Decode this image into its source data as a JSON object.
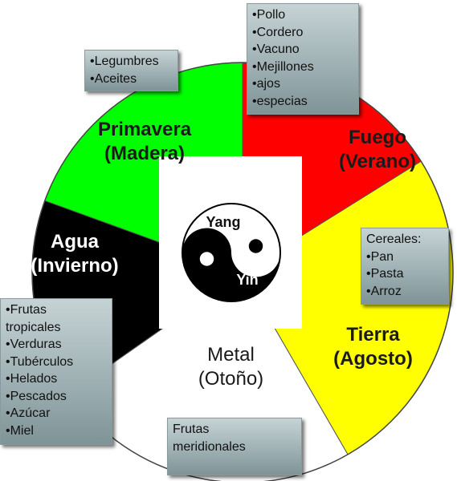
{
  "segments": {
    "primavera": {
      "name": "Primavera",
      "element": "(Madera)",
      "color": "#00ff00"
    },
    "fuego": {
      "name": "Fuego",
      "element": "(Verano)",
      "color": "#ff0000"
    },
    "tierra": {
      "name": "Tierra",
      "element": "(Agosto)",
      "color": "#ffff00"
    },
    "metal": {
      "name": "Metal",
      "element": "(Otoño)",
      "color": "#ffffff"
    },
    "agua": {
      "name": "Agua",
      "element": "(Invierno)",
      "color": "#000000"
    }
  },
  "yinyang": {
    "yang": "Yang",
    "yin": "Yin"
  },
  "callouts": {
    "primavera": [
      "•Legumbres",
      "•Aceites"
    ],
    "fuego": [
      "•Pollo",
      "•Cordero",
      "•Vacuno",
      "•Mejillones",
      "•ajos",
      "•especias"
    ],
    "tierra": [
      "Cereales:",
      "•Pan",
      "•Pasta",
      "•Arroz"
    ],
    "agua": [
      "•Frutas",
      "tropicales",
      "•Verduras",
      "•Tubérculos",
      "•Helados",
      "•Pescados",
      "•Azúcar",
      "•Miel"
    ],
    "metal": [
      "Frutas",
      "meridionales"
    ]
  }
}
